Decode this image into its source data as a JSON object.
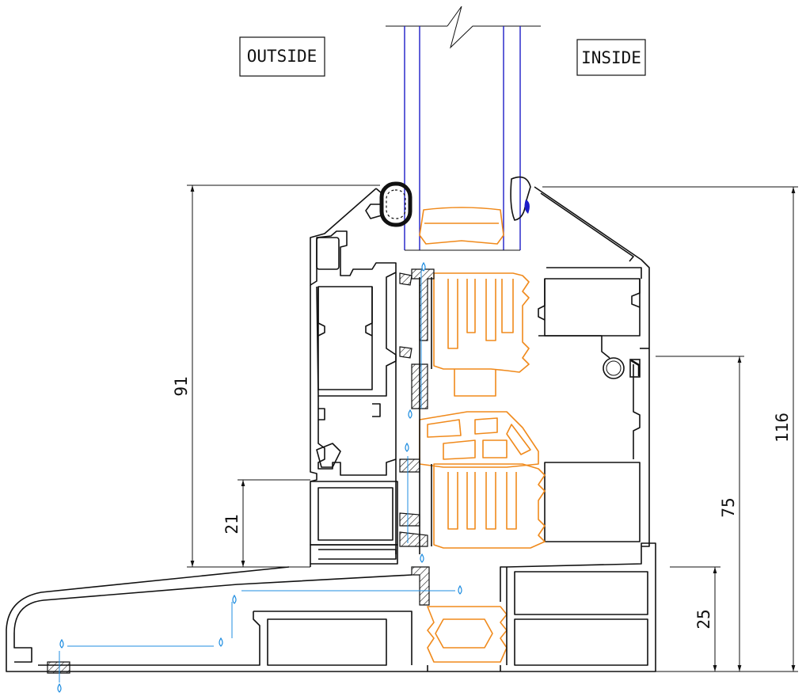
{
  "labels": {
    "outside": "OUTSIDE",
    "inside": "INSIDE"
  },
  "dimensions": {
    "height_total_frame": "91",
    "height_total": "116",
    "height_sash": "75",
    "height_threshold": "21",
    "height_sill": "25"
  },
  "colors": {
    "profile_outline": "#111111",
    "thermal_break": "#f08a1c",
    "glazing": "#1c1cc8",
    "drainage": "#1f8de0"
  }
}
